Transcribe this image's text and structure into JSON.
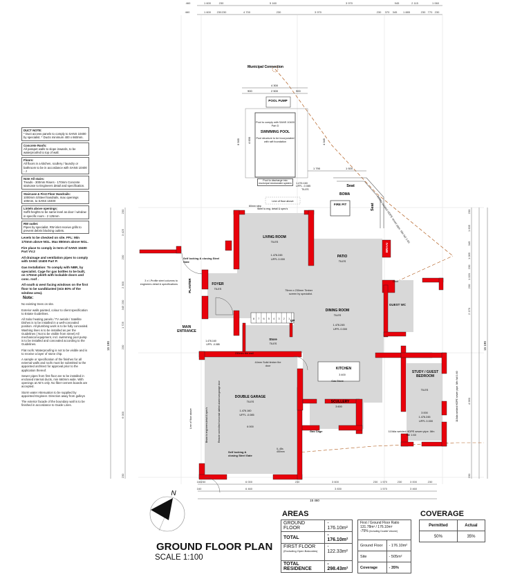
{
  "colors": {
    "wall": "#e8000b",
    "floor": "#d8d8d8",
    "line": "#555555",
    "sewer": "#b05a1a"
  },
  "dimensions": {
    "top_row1": [
      "460",
      "1 600",
      "230",
      "5 160",
      "3 970",
      "945",
      "2 115",
      "1 060"
    ],
    "top_row2": [
      "460",
      "1 600",
      "230",
      "230",
      "4 700",
      "230",
      "3 970",
      "230",
      "370",
      "345",
      "1 885",
      "230",
      "770",
      "230"
    ],
    "bottom_row1": [
      "160",
      "230",
      "6 000",
      "230",
      "3 600",
      "230",
      "1 570",
      "230",
      "3 000",
      "230"
    ],
    "bottom_row2": [
      "160",
      "6 460",
      "3 830",
      "1 570",
      "3 460"
    ],
    "bottom_total": "15 460",
    "left_total": "15 190",
    "right_total": "15 190",
    "left_row": [
      "230",
      "3 425",
      "230",
      "2 300",
      "230",
      "345",
      "1 725",
      "230",
      "6 000",
      "230"
    ],
    "right_row": [
      "230",
      "1 605",
      "345",
      "1 065",
      "230",
      "1 020",
      "230",
      "2 170",
      "4 960",
      "230"
    ]
  },
  "site": {
    "municipal_connection": "Municipal Connection",
    "pool_pump": "POOL PUMP",
    "pool_title": "SWIMMING POOL",
    "pool_note1": "Pool to comply with SANS 10400 Part D",
    "pool_note2": "Pool structure to be incorporated with raft foundation",
    "pool_discharge": "Pool to discharge into municipal stormwater system",
    "pool_dims": [
      "4 300",
      "900",
      "2 500",
      "900",
      "4 000",
      "6 565",
      "4 345",
      "1 790",
      "1 920"
    ],
    "line_of_floor_above": "Line of floor above",
    "step_note": "60mm step",
    "step_detail": "Steel to eng. detail & spec's",
    "self_locking_gate_top": "Self locking & closing Steel Gate",
    "self_locking_gate_bottom": "Self locking & closing Steel Gate",
    "steel_columns": "3 x I-Profile steel columns to engineers detail & specifications",
    "timber_screen": "75mm x 230mm Timber screen by specialist.",
    "fire_door": "44mm Solid timber fire door",
    "fire_wall": "230mm fire wall",
    "garage_door": "Remote controlled horizontal slatted aluminium garage door",
    "beam_note": "Beam to engineers detail & spec's",
    "sewer_note_right": "110dia welded HDPE sewer pipe. Min fall 1:60",
    "sewer_note_bottom": "110dia welded HDPE sewer pipe. Min fall 1:60",
    "sewer_note_diag": "110dia welded HDPE sewer pipe. Min fall 1:60",
    "gulley": "IL-48s 450mm",
    "gas_cage": "Gas Cage",
    "gas_stove": "Gas Stove",
    "duct": "Duct",
    "stairs_up": "UP",
    "stair_numbers": [
      "8",
      "7",
      "6",
      "5",
      "4",
      "3",
      "2",
      "1"
    ]
  },
  "rooms": {
    "living": {
      "name": "LIVING ROOM",
      "finish": "TILES",
      "level": "1.476.245",
      "ffl": "UFFL 0.000"
    },
    "patio": {
      "name": "PATIO",
      "finish": "TILES"
    },
    "foyer": {
      "name": "FOYER",
      "finish": "TILES"
    },
    "planter": {
      "name": "PLANTER"
    },
    "main_entrance": {
      "name": "MAIN ENTRANCE",
      "level": "1.476.160",
      "ffl": "UFFL -0.085"
    },
    "dining": {
      "name": "DINING ROOM",
      "finish": "TILES",
      "level": "1.476.245",
      "ffl": "UFFL 0.000"
    },
    "store": {
      "name": "Store",
      "finish": "TILES"
    },
    "kitchen": {
      "name": "KITCHEN",
      "dim": "3 400"
    },
    "scullery": {
      "name": "SCULLERY",
      "dim": "3 600"
    },
    "garage": {
      "name": "DOUBLE GARAGE",
      "finish": "TILES",
      "level": "1.476.160",
      "ffl": "UFFL -0.085",
      "dim": "6 000"
    },
    "study": {
      "name": "STUDY / GUEST BEDROOM",
      "finish": "TILES",
      "level": "1.476.245",
      "ffl": "UFFL 0.000",
      "dim": "3 000"
    },
    "guest_wc": {
      "name": "GUEST WC"
    },
    "boma": {
      "name": "BOMA",
      "seat1": "Seat",
      "seat2": "Seat"
    },
    "fire_pit": {
      "name": "FIRE PIT"
    },
    "braai": {
      "name": "BRAAI"
    },
    "pool_deck": {
      "level": "1.476.160",
      "ffl": "UFFL -0.085",
      "finish": "TILES"
    }
  },
  "notes": {
    "boxed": [
      {
        "heading": "DUCT NOTE:",
        "text": "* Duct access panels to comply to SANS 10400 by specialist. * Ducts minimum 400 x 660mm."
      },
      {
        "heading": "Concrete Roofs:",
        "text": "All parapet walls to slope inwards, to be waterproofed to top of wall."
      },
      {
        "heading": "Floors:",
        "text": "All floors in a kitchen, scullery / laundry or bathroom to be in accordance with SANS 10400 - J"
      },
      {
        "heading": "Note All stairs:",
        "text": "Treads - 300mm Risers - 170mm Concrete staircase to Engineers detail and specification."
      },
      {
        "heading": "Staircase & First Floor Handrails:",
        "text": "1000mm S/Steel handrails, max openings 100mm, to SANS 10400"
      },
      {
        "heading": "Lintels above openings:",
        "text": "Soffit heights to be same level as door / window in specific room - 2 125mm"
      },
      {
        "heading": "RW outlet:",
        "text": "Pipes by specialist. RW inlet receive grills to prevent debris blocking outlets."
      }
    ],
    "bold": [
      "Levels to be checked on site. FFL: Min 170mm above NGL. Max 850mm above NGL.",
      "Fire place to comply in term of SANS 10400 Part VV.2",
      "All drainage and ventilation pipes to comply with SANS 10400 Part P.",
      "Gas Installation: To comply with NBR, by specialist. Cage for gas bottles to be built, on 170mm plinth with lockable doors and conc. roof .",
      "All south & west facing windows on the first floor to be sandblasted (min 80% of the window area)."
    ],
    "note_heading": "Note:",
    "plain": [
      "No existing trees on site.",
      "Exterior walls painted, colour to client specification to Estate Guidelines.",
      "All Solar heating panels / TV aerials / Satellite Dishes is to be installed in a well-concealed position. All plumbing work is to be fully concealed. Washing lines is to be installed as per the Guidelines ( Not to be visible from street) All mechanical equipment, incl. swimming pool pump is to be installed and concealed according to the Guidelines.",
      "Flat roofs: Waterproofing is not to be visible and is to receive a layer of stone chip.",
      "A sample or specification of the finishes for all external walls and roofs must be submitted to the appointed architect for approval prior to the application thereof.",
      "Sewer pipes from first floor are to be installed in enclosed internal ducts, min 660mm wide. With openings at AE's only. No fiber-cement boards are accepted.",
      "Storm water Attenuation to be supplied by appointed Engineer. Direction away from gulleys",
      "The exterior facade of the boundary wall is to be finished in accordance to Guide Lines."
    ]
  },
  "north": {
    "label": "N"
  },
  "title": {
    "main": "GROUND FLOOR PLAN",
    "scale": "SCALE 1:100"
  },
  "areas": {
    "heading": "AREAS",
    "rows": [
      {
        "label": "GROUND FLOOR",
        "value": "- 176.10m²"
      },
      {
        "label": "TOTAL",
        "value": "- 176.10m²"
      },
      {
        "label": "FIRST FLOOR",
        "sub": "(Excluding Open Balconies)",
        "value": "- 122.33m²"
      },
      {
        "label": "TOTAL RESIDENCE",
        "value": "- 298.43m²"
      }
    ],
    "ratio": {
      "line1": "First / Ground Floor Ratio",
      "line2": "131.78m² / 176.10m²",
      "line3": "-75%",
      "line3_sub": "(Including Double Volume)"
    },
    "site_rows": [
      {
        "label": "Ground Floor",
        "value": "- 176.10m²"
      },
      {
        "label": "Site",
        "value": "- 505m²"
      },
      {
        "label": "Coverage",
        "value": "- 35%"
      }
    ]
  },
  "coverage": {
    "heading": "COVERAGE",
    "permitted_label": "Permitted",
    "actual_label": "Actual",
    "permitted": "50%",
    "actual": "35%"
  }
}
